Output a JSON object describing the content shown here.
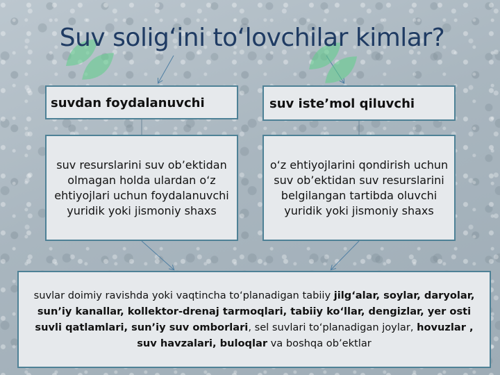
{
  "title": "Suv solig‘ini to‘lovchilar kimlar?",
  "left": {
    "term": "suvdan foydalanuvchi",
    "definition": "suv resurslarini suv ob’ektidan olmagan holda ulardan o‘z ehtiyojlari uchun foydalanuvchi yuridik yoki jismoniy shaxs"
  },
  "right": {
    "term": "suv iste’mol qiluvchi",
    "definition": "o‘z ehtiyojlarini qondirish uchun suv ob’ektidan suv resurslarini belgilangan tartibda oluvchi yuridik yoki jismoniy shaxs"
  },
  "bottom": {
    "t1": "suvlar doimiy ravishda yoki vaqtincha to‘planadigan tabiiy ",
    "b1": "jilg‘alar, soylar, daryolar, sun’iy kanallar, kollektor-drenaj tarmoqlari, tabiiy ko‘llar, dengizlar, yer osti suvli qatlamlari, sun’iy suv omborlari",
    "t2": ", sel suvlari to‘planadigan joylar, ",
    "b2": "hovuzlar , suv havzalari, buloqlar",
    "t3": " va boshqa ob’ektlar"
  },
  "colors": {
    "title": "#1f3b63",
    "box_border": "#4e8196",
    "box_fill": "#e6e9ec",
    "watermark": "#5fd08a"
  }
}
